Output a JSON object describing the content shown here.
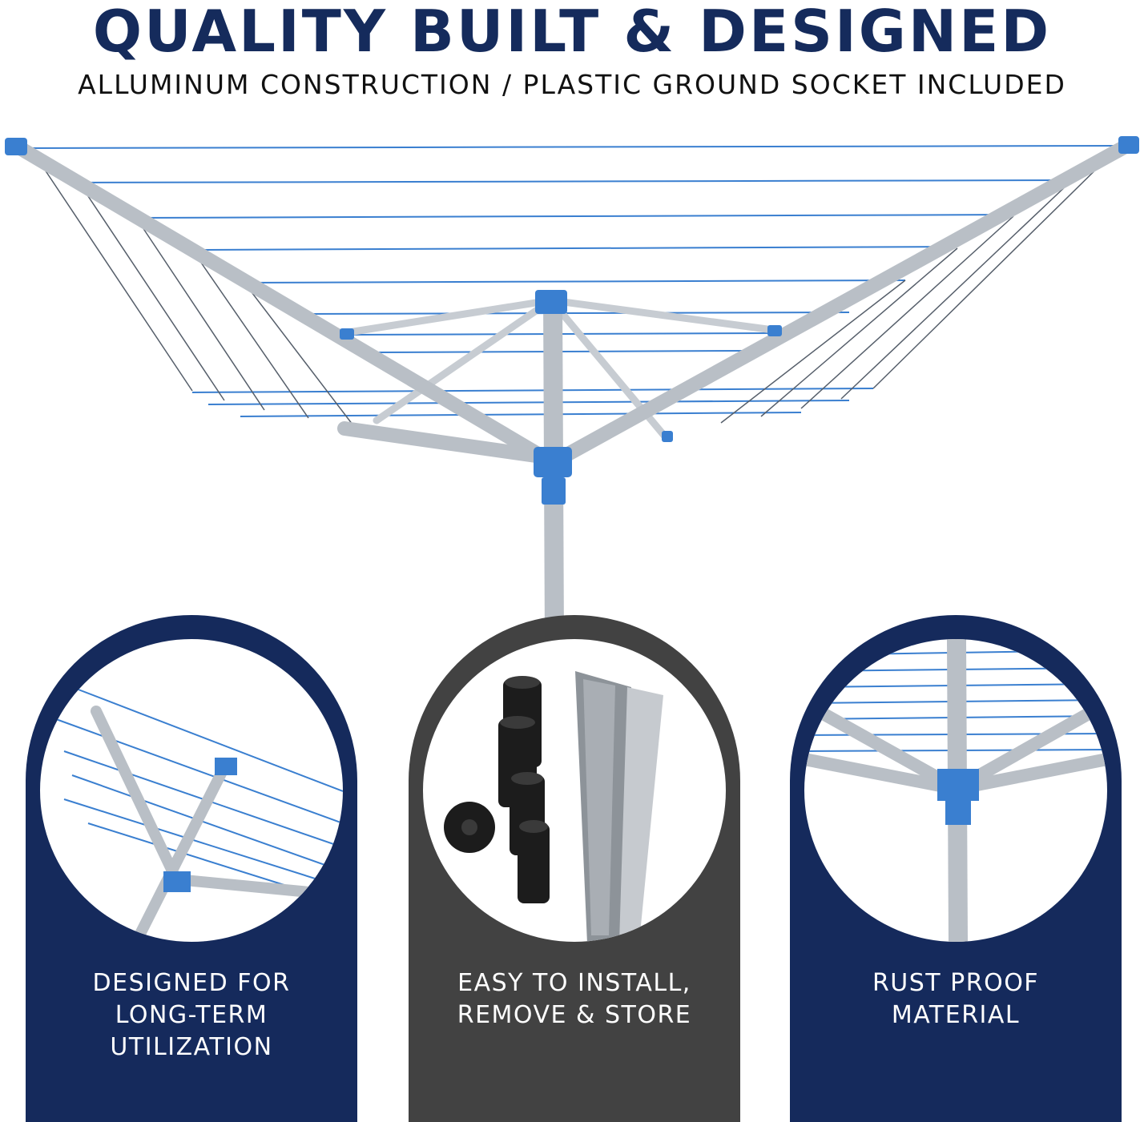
{
  "header": {
    "title": "QUALITY BUILT & DESIGNED",
    "subtitle": "ALLUMINUM CONSTRUCTION / PLASTIC GROUND SOCKET INCLUDED"
  },
  "panels": [
    {
      "lines": [
        "DESIGNED FOR",
        "LONG-TERM",
        "UTILIZATION"
      ]
    },
    {
      "lines": [
        "EASY TO INSTALL,",
        "REMOVE & STORE"
      ]
    },
    {
      "lines": [
        "RUST PROOF",
        "MATERIAL"
      ]
    }
  ],
  "colors": {
    "navy": "#152a5c",
    "charcoal": "#424242",
    "accent_blue": "#3a7fd0",
    "aluminum": "#b9bfc6"
  }
}
